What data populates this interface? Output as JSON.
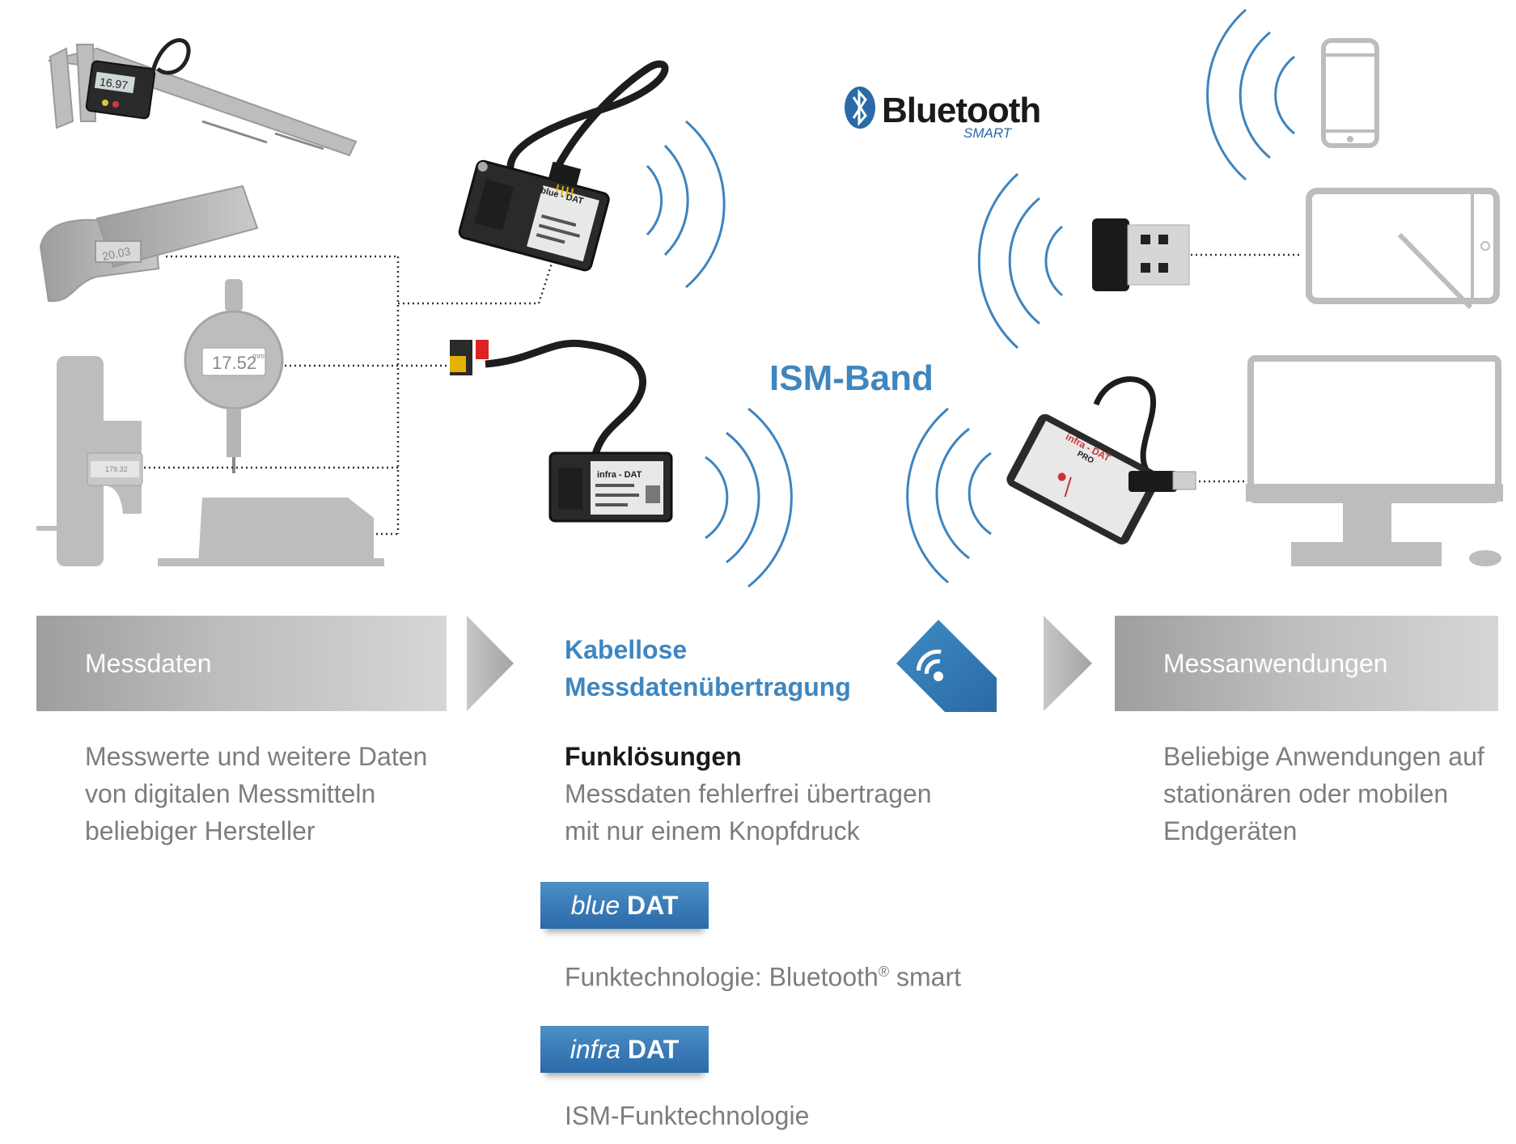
{
  "labels": {
    "band_left": "Messdaten",
    "band_right": "Messanwendungen",
    "mid_title_line1": "Kabellose",
    "mid_title_line2": "Messdatenübertragung",
    "ism_band": "ISM-Band",
    "bluetooth_word": "Bluetooth",
    "bluetooth_smart": "SMART"
  },
  "left_desc": [
    "Messwerte und weitere Daten",
    "von digitalen Messmitteln",
    "beliebiger Hersteller"
  ],
  "mid_desc": {
    "heading": "Funklösungen",
    "lines": [
      "Messdaten fehlerfrei übertragen",
      "mit nur einem Knopfdruck"
    ]
  },
  "right_desc": [
    "Beliebige Anwendungen auf",
    "stationären oder mobilen",
    "Endgeräten"
  ],
  "badges": {
    "blue_prefix": "blue",
    "blue_suffix": "DAT",
    "blue_caption": "Funktechnologie: Bluetooth",
    "blue_caption_sup": "®",
    "blue_caption_end": " smart",
    "infra_prefix": "infra",
    "infra_suffix": "DAT",
    "infra_caption": "ISM-Funktechnologie"
  },
  "device_text": {
    "caliper_display": "16.97",
    "micrometer_display": "20.03",
    "dial_display": "17.52",
    "dial_unit": "mm",
    "height_display": "179.32",
    "blue_module": "blue - DAT",
    "infra_module": "infra - DAT",
    "infra_pro_brand": "infra - DAT",
    "infra_pro_tag": "PRO"
  },
  "colors": {
    "accent_blue": "#3f86bf",
    "device_gray": "#b4b4b4",
    "module_dark": "#2a2a2a"
  }
}
